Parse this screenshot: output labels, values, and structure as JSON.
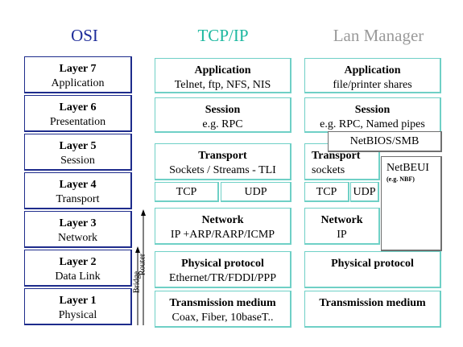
{
  "headers": {
    "osi": {
      "text": "OSI",
      "color": "#1e2c9a"
    },
    "tcpip": {
      "text": "TCP/IP",
      "color": "#1db8a0"
    },
    "lan": {
      "text": "Lan Manager",
      "color": "#9a9a9a"
    }
  },
  "osi_layers": [
    {
      "title": "Layer 7",
      "name": "Application"
    },
    {
      "title": "Layer 6",
      "name": "Presentation"
    },
    {
      "title": "Layer 5",
      "name": "Session"
    },
    {
      "title": "Layer 4",
      "name": "Transport"
    },
    {
      "title": "Layer 3",
      "name": "Network"
    },
    {
      "title": "Layer 2",
      "name": "Data Link"
    },
    {
      "title": "Layer 1",
      "name": "Physical"
    }
  ],
  "arrow_labels": {
    "bridge": "Bridge",
    "router": "Router"
  },
  "tcpip": {
    "application": {
      "title": "Application",
      "detail": "Telnet, ftp, NFS, NIS"
    },
    "session": {
      "title": "Session",
      "detail": "e.g. RPC"
    },
    "transport": {
      "title": "Transport",
      "detail": "Sockets / Streams - TLI"
    },
    "tcp": "TCP",
    "udp": "UDP",
    "network": {
      "title": "Network",
      "detail": "IP +ARP/RARP/ICMP"
    },
    "physical": {
      "title": "Physical protocol",
      "detail": "Ethernet/TR/FDDI/PPP"
    },
    "medium": {
      "title": "Transmission medium",
      "detail": "Coax, Fiber, 10baseT.."
    }
  },
  "lan": {
    "application": {
      "title": "Application",
      "detail": "file/printer shares"
    },
    "session": {
      "title": "Session",
      "detail": "e.g. RPC, Named pipes"
    },
    "netbios": "NetBIOS/SMB",
    "transport": {
      "title": "Transport",
      "detail": "sockets"
    },
    "netbeui": {
      "title": "NetBEUI",
      "detail": "(e.g. NBF)"
    },
    "tcp": "TCP",
    "udp": "UDP",
    "network": {
      "title": "Network",
      "detail": "IP"
    },
    "physical": {
      "title": "Physical protocol"
    },
    "medium": {
      "title": "Transmission medium"
    }
  }
}
